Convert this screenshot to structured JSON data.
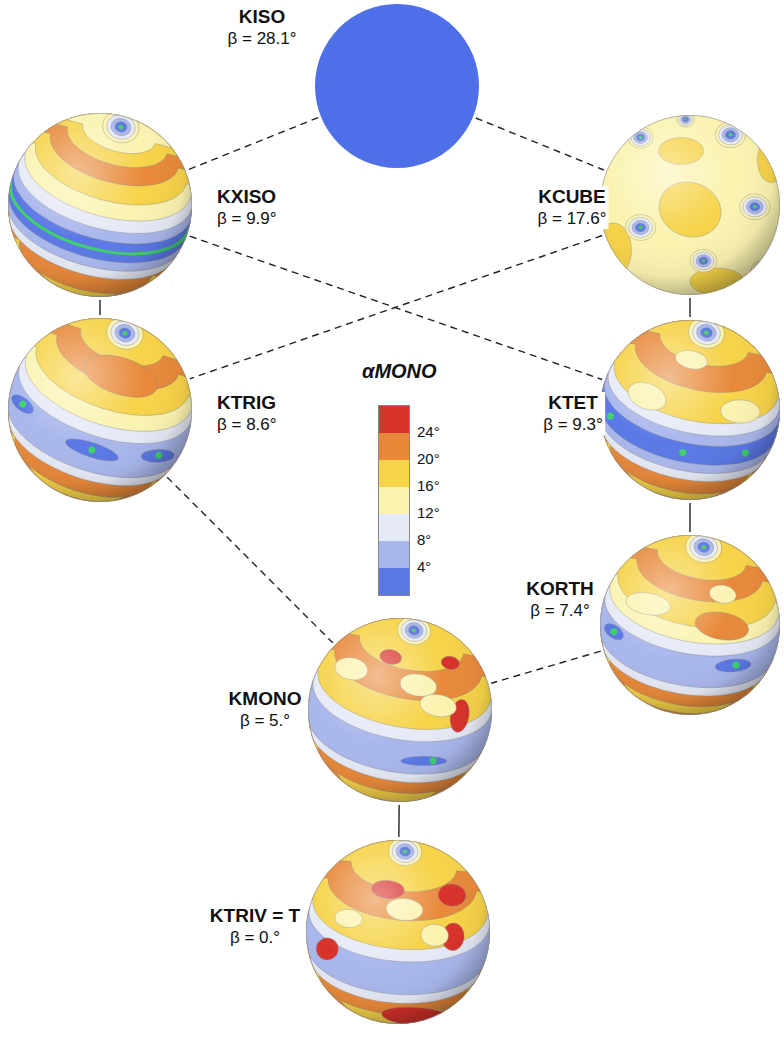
{
  "diagram": {
    "nodes": [
      {
        "text": [
          "KISO",
          "β = 28.1°"
        ]
      },
      {
        "text": [
          "KXISO",
          "β = 9.9°"
        ]
      },
      {
        "text": [
          "KCUBE",
          "β = 17.6°"
        ]
      },
      {
        "text": [
          "KTRIG",
          "β = 8.6°"
        ]
      },
      {
        "text": [
          "KTET",
          "β = 9.3°"
        ]
      },
      {
        "text": [
          "KORTH",
          "β = 7.4°"
        ]
      },
      {
        "text": [
          "KMONO",
          "β = 5.°"
        ]
      },
      {
        "text": [
          "KTRIV = T",
          "β = 0.°"
        ]
      }
    ],
    "edges": [
      {
        "from": 0,
        "to": 1,
        "arrow": "none"
      },
      {
        "from": 0,
        "to": 2,
        "arrow": "none"
      },
      {
        "from": 1,
        "to": 3,
        "arrow": "none"
      },
      {
        "from": 1,
        "to": 4,
        "arrow": "none"
      },
      {
        "from": 2,
        "to": 3,
        "arrow": "none"
      },
      {
        "from": 2,
        "to": 4,
        "arrow": "none"
      },
      {
        "from": 3,
        "to": 6,
        "arrow": "none"
      },
      {
        "from": 4,
        "to": 5,
        "arrow": "none"
      },
      {
        "from": 5,
        "to": 6,
        "arrow": "none"
      },
      {
        "from": 6,
        "to": 7,
        "arrow": "none"
      }
    ],
    "labels": [
      "αMONO"
    ],
    "legend": [
      {
        "text": "24°",
        "color": "#e8893a"
      },
      {
        "text": "20°",
        "color": "#f6d348"
      },
      {
        "text": "16°",
        "color": "#fbf3b0"
      },
      {
        "text": "12°",
        "color": "#e6eaf6"
      },
      {
        "text": "8°",
        "color": "#a9b7ec"
      },
      {
        "text": "4°",
        "color": "#5b78e6"
      }
    ]
  }
}
